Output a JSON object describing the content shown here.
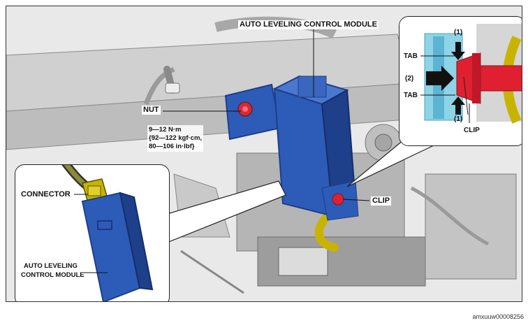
{
  "labels": {
    "module_top": "AUTO LEVELING CONTROL MODULE",
    "nut": "NUT",
    "torque_lines": [
      "9—12 N·m",
      "{92—122 kgf·cm,",
      "80—106 in·lbf}"
    ],
    "clip_main": "CLIP",
    "connector": "CONNECTOR",
    "module_inset_line1": "AUTO LEVELING",
    "module_inset_line2": "CONTROL MODULE",
    "tab_upper": "TAB",
    "tab_lower": "TAB",
    "step1_upper": "(1)",
    "step2": "(2)",
    "step1_lower": "(1)",
    "clip_inset": "CLIP"
  },
  "figure_id": "amxuuw00008256",
  "colors": {
    "module_blue": "#2d5bb8",
    "module_blue_dark": "#1e3f8a",
    "nut_red": "#d42a3a",
    "clip_red": "#e02030",
    "harness_yellow": "#c8b400",
    "inset_cyan": "#8fd3e6"
  }
}
